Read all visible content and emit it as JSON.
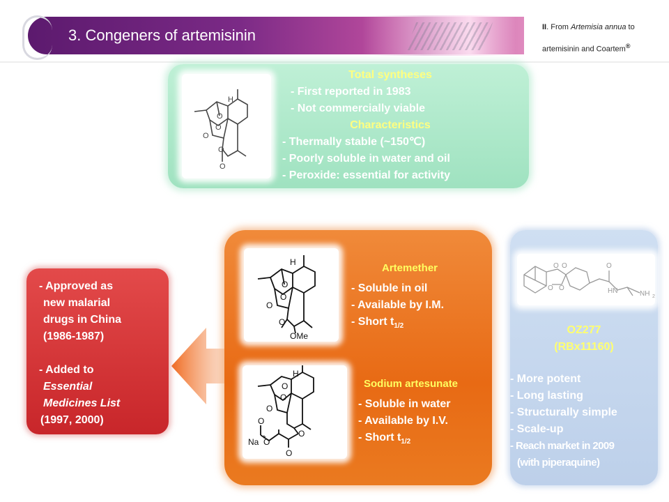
{
  "header": {
    "title": "3. Congeners of artemisinin",
    "section_roman": "II",
    "section_from": ". From ",
    "section_italic": "Artemisia annua",
    "section_to": " to",
    "section_line2": "artemisinin and Coartem",
    "section_reg": "®"
  },
  "green_box": {
    "heading1": "Total syntheses",
    "items1": [
      "- First reported in 1983",
      "- Not commercially viable"
    ],
    "heading2": "Characteristics",
    "items2": [
      "- Thermally stable (~150℃)",
      "- Poorly soluble in water and oil",
      "- Peroxide: essential for activity"
    ]
  },
  "red_box": {
    "line1": "- Approved as",
    "line2": "new malarial",
    "line3": "drugs in China",
    "line4": "(1986-1987)",
    "line5": "- Added to",
    "line6": "Essential",
    "line7": "Medicines List",
    "line8": "(1997, 2000)"
  },
  "artemether": {
    "name": "Artemether",
    "items": [
      "- Soluble in oil",
      "- Available by I.M."
    ],
    "half_life_prefix": "- Short t",
    "half_life_sub": "1/2"
  },
  "artesunate": {
    "name": "Sodium artesunate",
    "items": [
      "- Soluble in water",
      "- Available by I.V."
    ],
    "half_life_prefix": "- Short t",
    "half_life_sub": "1/2"
  },
  "oz277": {
    "name": "OZ277",
    "code": "(RBx11160)",
    "items": [
      "- More potent",
      "- Long lasting",
      "- Structurally simple",
      "- Scale-up"
    ],
    "market_line1": "- Reach market in 2009",
    "market_line2": "(with piperaquine)"
  },
  "molecule_labels": {
    "H": "H",
    "O": "O",
    "OMe": "OMe",
    "Na": "Na",
    "plus": "+",
    "HN": "HN",
    "NH2": "NH",
    "sub2": "2"
  },
  "colors": {
    "header_purple": "#6e2482",
    "green_box": "#a8e6c6",
    "orange_box": "#ea7218",
    "red_box": "#d23a3a",
    "blue_box": "#c4d6ee",
    "heading_yellow": "#ffff70"
  }
}
